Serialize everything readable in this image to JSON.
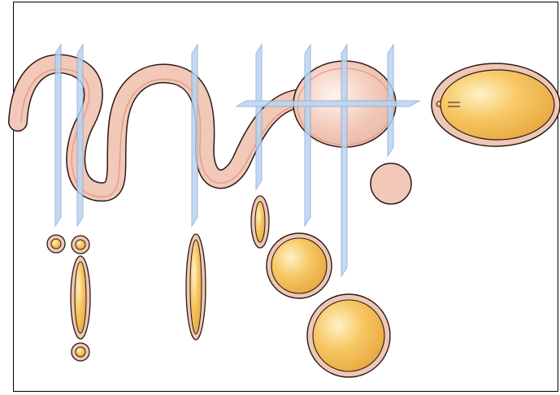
{
  "figure": {
    "description_visible_text": "",
    "colors": {
      "tube_fill": "#F2C8B8",
      "tube_edge": "#2b1a14",
      "tube_inner_line": "#E39A88",
      "section_fill": "#F2B34A",
      "section_highlight": "#FFF2C8",
      "section_ring": "#EFC7B6",
      "plane_fill": "#B9D3F0",
      "plane_edge": "#7FA9DC"
    },
    "icons": {
      "tube": "curved-tube-shape",
      "section": "cross-section-shape",
      "plane": "cutting-plane-shape"
    }
  }
}
